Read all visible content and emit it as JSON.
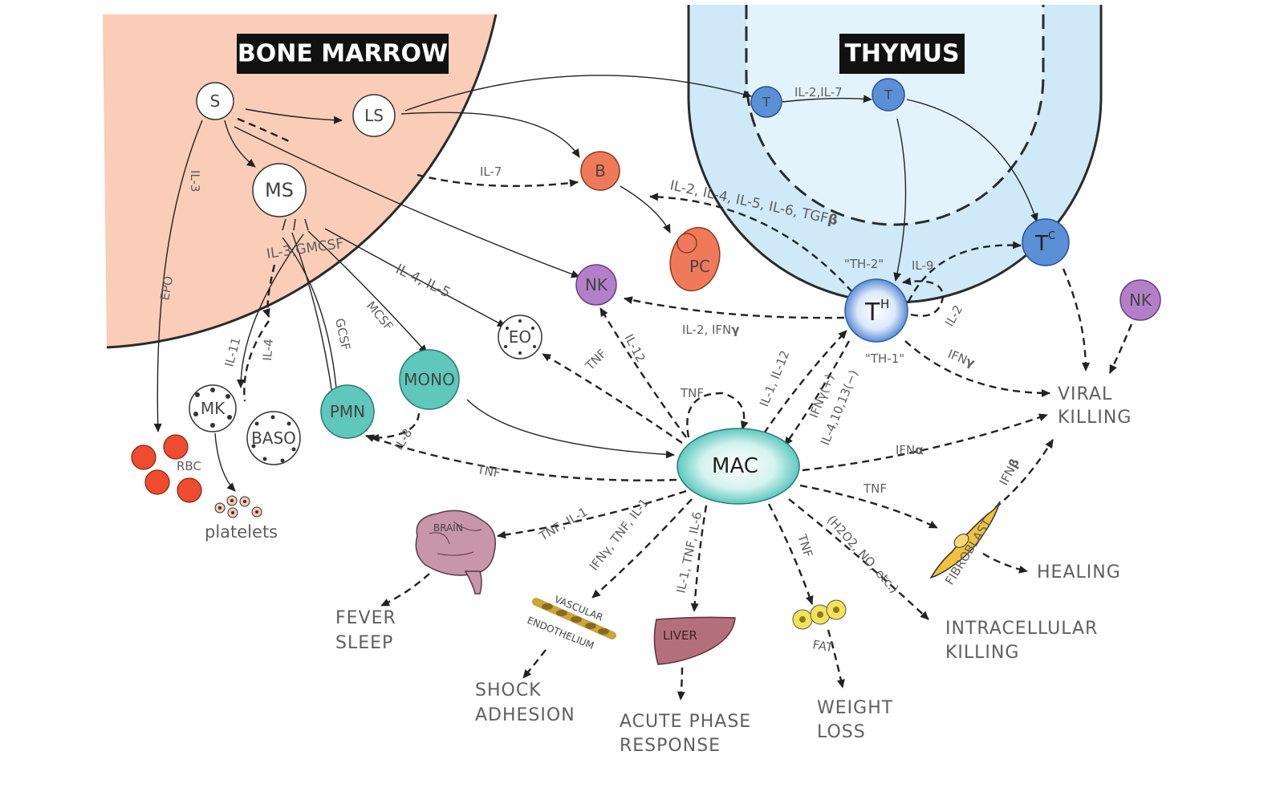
{
  "organs": {
    "bone_marrow": "BONE MARROW",
    "thymus": "THYMUS"
  },
  "cells": {
    "s": "S",
    "ls": "LS",
    "ms": "MS",
    "t1": "T",
    "t2": "T",
    "b": "B",
    "pc": "PC",
    "nk1": "NK",
    "nk2": "NK",
    "eo": "EO",
    "mono": "MONO",
    "pmn": "PMN",
    "mk": "MK",
    "baso": "BASO",
    "rbc": "RBC",
    "platelets": "platelets",
    "th": "T",
    "th_sup": "H",
    "tc": "T",
    "tc_sup": "C",
    "mac": "MAC"
  },
  "labels": {
    "il3": "IL-3",
    "epo": "EPO",
    "il3_gmcsf": "IL-3,GMCSF",
    "il7": "IL-7",
    "il2_il7": "IL-2,IL-7",
    "il4_il5": "IL-4, IL-5",
    "mcsf": "MCSF",
    "gcsf": "GCSF",
    "il4": "IL-4",
    "il11": "IL-11",
    "il8": "IL-8",
    "tnf_pmn": "TNF",
    "tnf_eo": "TNF",
    "il12_nk": "IL-12",
    "th2_cytokines_a": "IL-2, IL-4, IL-5, IL-6, TGF",
    "th2_cytokines_b": "β",
    "th2": "\"TH-2\"",
    "th1": "\"TH-1\"",
    "il9": "IL-9",
    "il2_ifng_a": "IL-2, IFN",
    "il2_ifng_b": "γ",
    "il2_tc": "IL-2",
    "ifng_viral_a": "IFN",
    "ifng_viral_b": "γ",
    "il1_il12": "IL-1, IL-12",
    "ifng_pos": "IFNγ(+)",
    "il4_neg": "IL-4,10,13(−)",
    "tnf_self": "TNF",
    "ifna_a": "IFN",
    "ifna_b": "α",
    "tnf_fib": "TNF",
    "ifnb_a": "IFN",
    "ifnb_b": "β",
    "fibroblast": "FIBROBLAST",
    "h2o2": "(H2O2, NO, etc.)",
    "tnf_fat": "TNF",
    "il1_tnf_il6": "IL-1, TNF, IL-6",
    "ifng_tnf_il1": "IFNγ, TNF, IL-1",
    "tnf_il1": "TNF, IL-1",
    "brain": "BRAIN",
    "vascular": "VASCULAR",
    "endothelium": "ENDOTHELIUM",
    "liver": "LIVER",
    "fat": "FAT"
  },
  "outcomes": {
    "viral_1": "VIRAL",
    "viral_2": "KILLING",
    "healing": "HEALING",
    "intra_1": "INTRACELLULAR",
    "intra_2": "KILLING",
    "weight_1": "WEIGHT",
    "weight_2": "LOSS",
    "acute_1": "ACUTE PHASE",
    "acute_2": "RESPONSE",
    "shock_1": "SHOCK",
    "shock_2": "ADHESION",
    "fever_1": "FEVER",
    "fever_2": "SLEEP"
  },
  "colors": {
    "marrow_fill": "#f9cdb8",
    "marrow_edge": "#2b2b2b",
    "thymus_fill": "#cfe9f8",
    "thymus_inner": "#e3f3fc",
    "t_cell": "#5b8fd6",
    "b_cell": "#ef7a5a",
    "nk_cell": "#b47fc9",
    "mono_cell": "#5fc7bc",
    "rbc": "#ef4b2f",
    "mac_center": "#ffffff",
    "mac_edge": "#3fbfb5",
    "th_center": "#ffffff",
    "th_edge": "#3e76cc",
    "brain": "#c796a8",
    "liver": "#b4707a",
    "fat": "#f3e25a",
    "fibroblast": "#f0c23c"
  }
}
